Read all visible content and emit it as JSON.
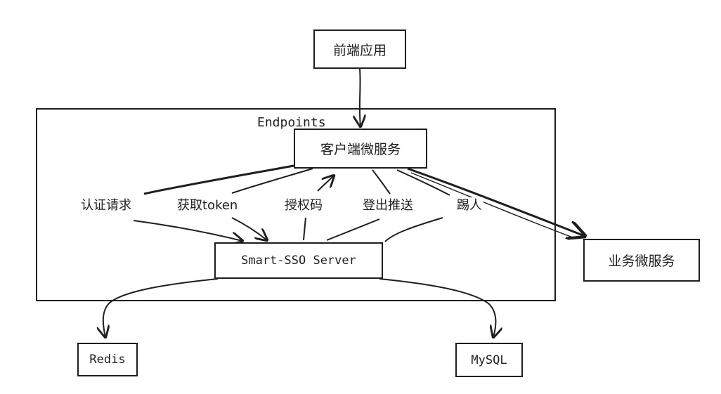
{
  "diagram": {
    "container": {
      "title": "Endpoints"
    },
    "nodes": {
      "frontend": "前端应用",
      "client_service": "客户端微服务",
      "sso_server": "Smart-SSO Server",
      "business_service": "业务微服务",
      "redis": "Redis",
      "mysql": "MySQL"
    },
    "edge_labels": {
      "auth_request": "认证请求",
      "get_token": "获取token",
      "auth_code": "授权码",
      "logout_push": "登出推送",
      "kick_out": "踢人"
    },
    "colors": {
      "stroke": "#1e1e1e",
      "background": "#ffffff"
    }
  }
}
